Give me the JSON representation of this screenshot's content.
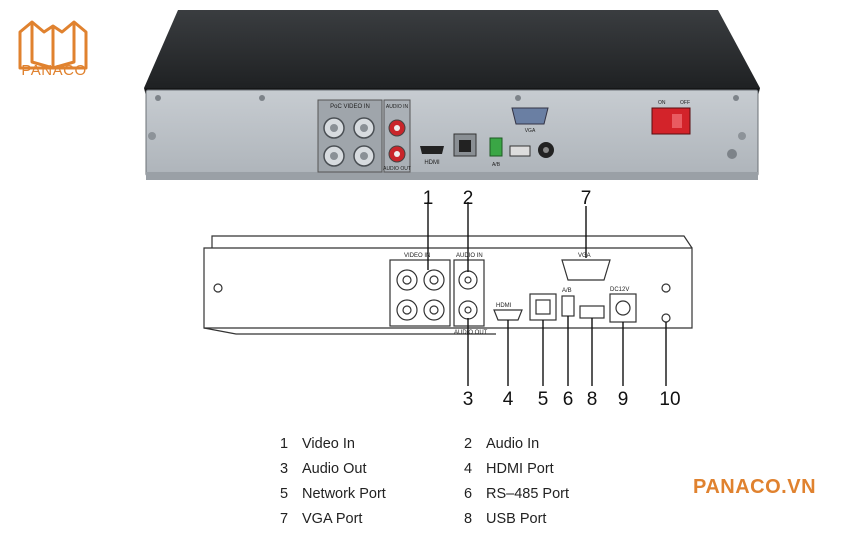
{
  "logo": {
    "text": "PANACO",
    "color": "#e0822f"
  },
  "brand_watermark": "PANACO.VN",
  "photo_labels": {
    "video_in": "PoC VIDEO IN",
    "audio_in": "AUDIO IN",
    "audio_out": "AUDIO OUT",
    "hdmi": "HDMI",
    "vga": "VGA",
    "rs485": "A/B",
    "power_on": "ON",
    "power_off": "OFF"
  },
  "diagram_labels": {
    "video_in": "VIDEO IN",
    "audio_in": "AUDIO IN",
    "audio_out": "AUDIO OUT",
    "hdmi": "HDMI",
    "vga": "VGA",
    "rs485": "A/B",
    "dc": "DC12V"
  },
  "callout_numbers": [
    "1",
    "2",
    "3",
    "4",
    "5",
    "6",
    "7",
    "8",
    "9",
    "10"
  ],
  "legend": [
    {
      "num": "1",
      "label": "Video In"
    },
    {
      "num": "2",
      "label": "Audio In"
    },
    {
      "num": "3",
      "label": "Audio Out"
    },
    {
      "num": "4",
      "label": "HDMI Port"
    },
    {
      "num": "5",
      "label": "Network Port"
    },
    {
      "num": "6",
      "label": "RS–485 Port"
    },
    {
      "num": "7",
      "label": "VGA Port"
    },
    {
      "num": "8",
      "label": "USB Port"
    }
  ]
}
